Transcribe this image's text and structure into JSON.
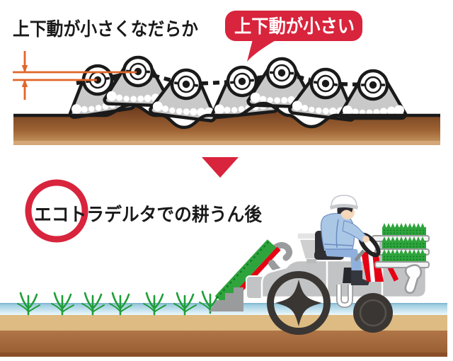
{
  "labels": {
    "top_caption": "上下動が小さくなだらか",
    "bubble_caption": "上下動が小さい",
    "bottom_caption": "エコトラデルタでの耕うん後"
  },
  "icons": {
    "down_arrow": "red-down-triangle-icon",
    "highlight_ring": "red-circle-outline-icon",
    "measurement": "orange-dimension-arrows-icon"
  },
  "colors": {
    "annotation_red": "#d8243c",
    "machine_red": "#e60013",
    "dimension_orange": "#e0662a",
    "outline_black": "#1a1a1a",
    "crawler_gray": "#c9c9ca",
    "soil_dark": "#6b3a1e",
    "soil_light": "#c99a63",
    "soil_strip_tan": "#d4a678",
    "water_blue": "#9ccadf",
    "paddy_sand": "#debb82",
    "paddy_subsoil": "#a76c3f",
    "paddy_bottom": "#8a4f28",
    "seedling_green": "#1f9e37",
    "mat_green": "#2fa43c",
    "machine_gray": "#c2c3c4",
    "machine_gray_dark": "#9a9b9d",
    "driver_shirt_blue": "#aac7e6",
    "driver_pants_blue": "#8fb0dc"
  },
  "counts": {
    "crawler_units": 7,
    "planted_seedlings": 7,
    "seedling_trays": 3
  }
}
